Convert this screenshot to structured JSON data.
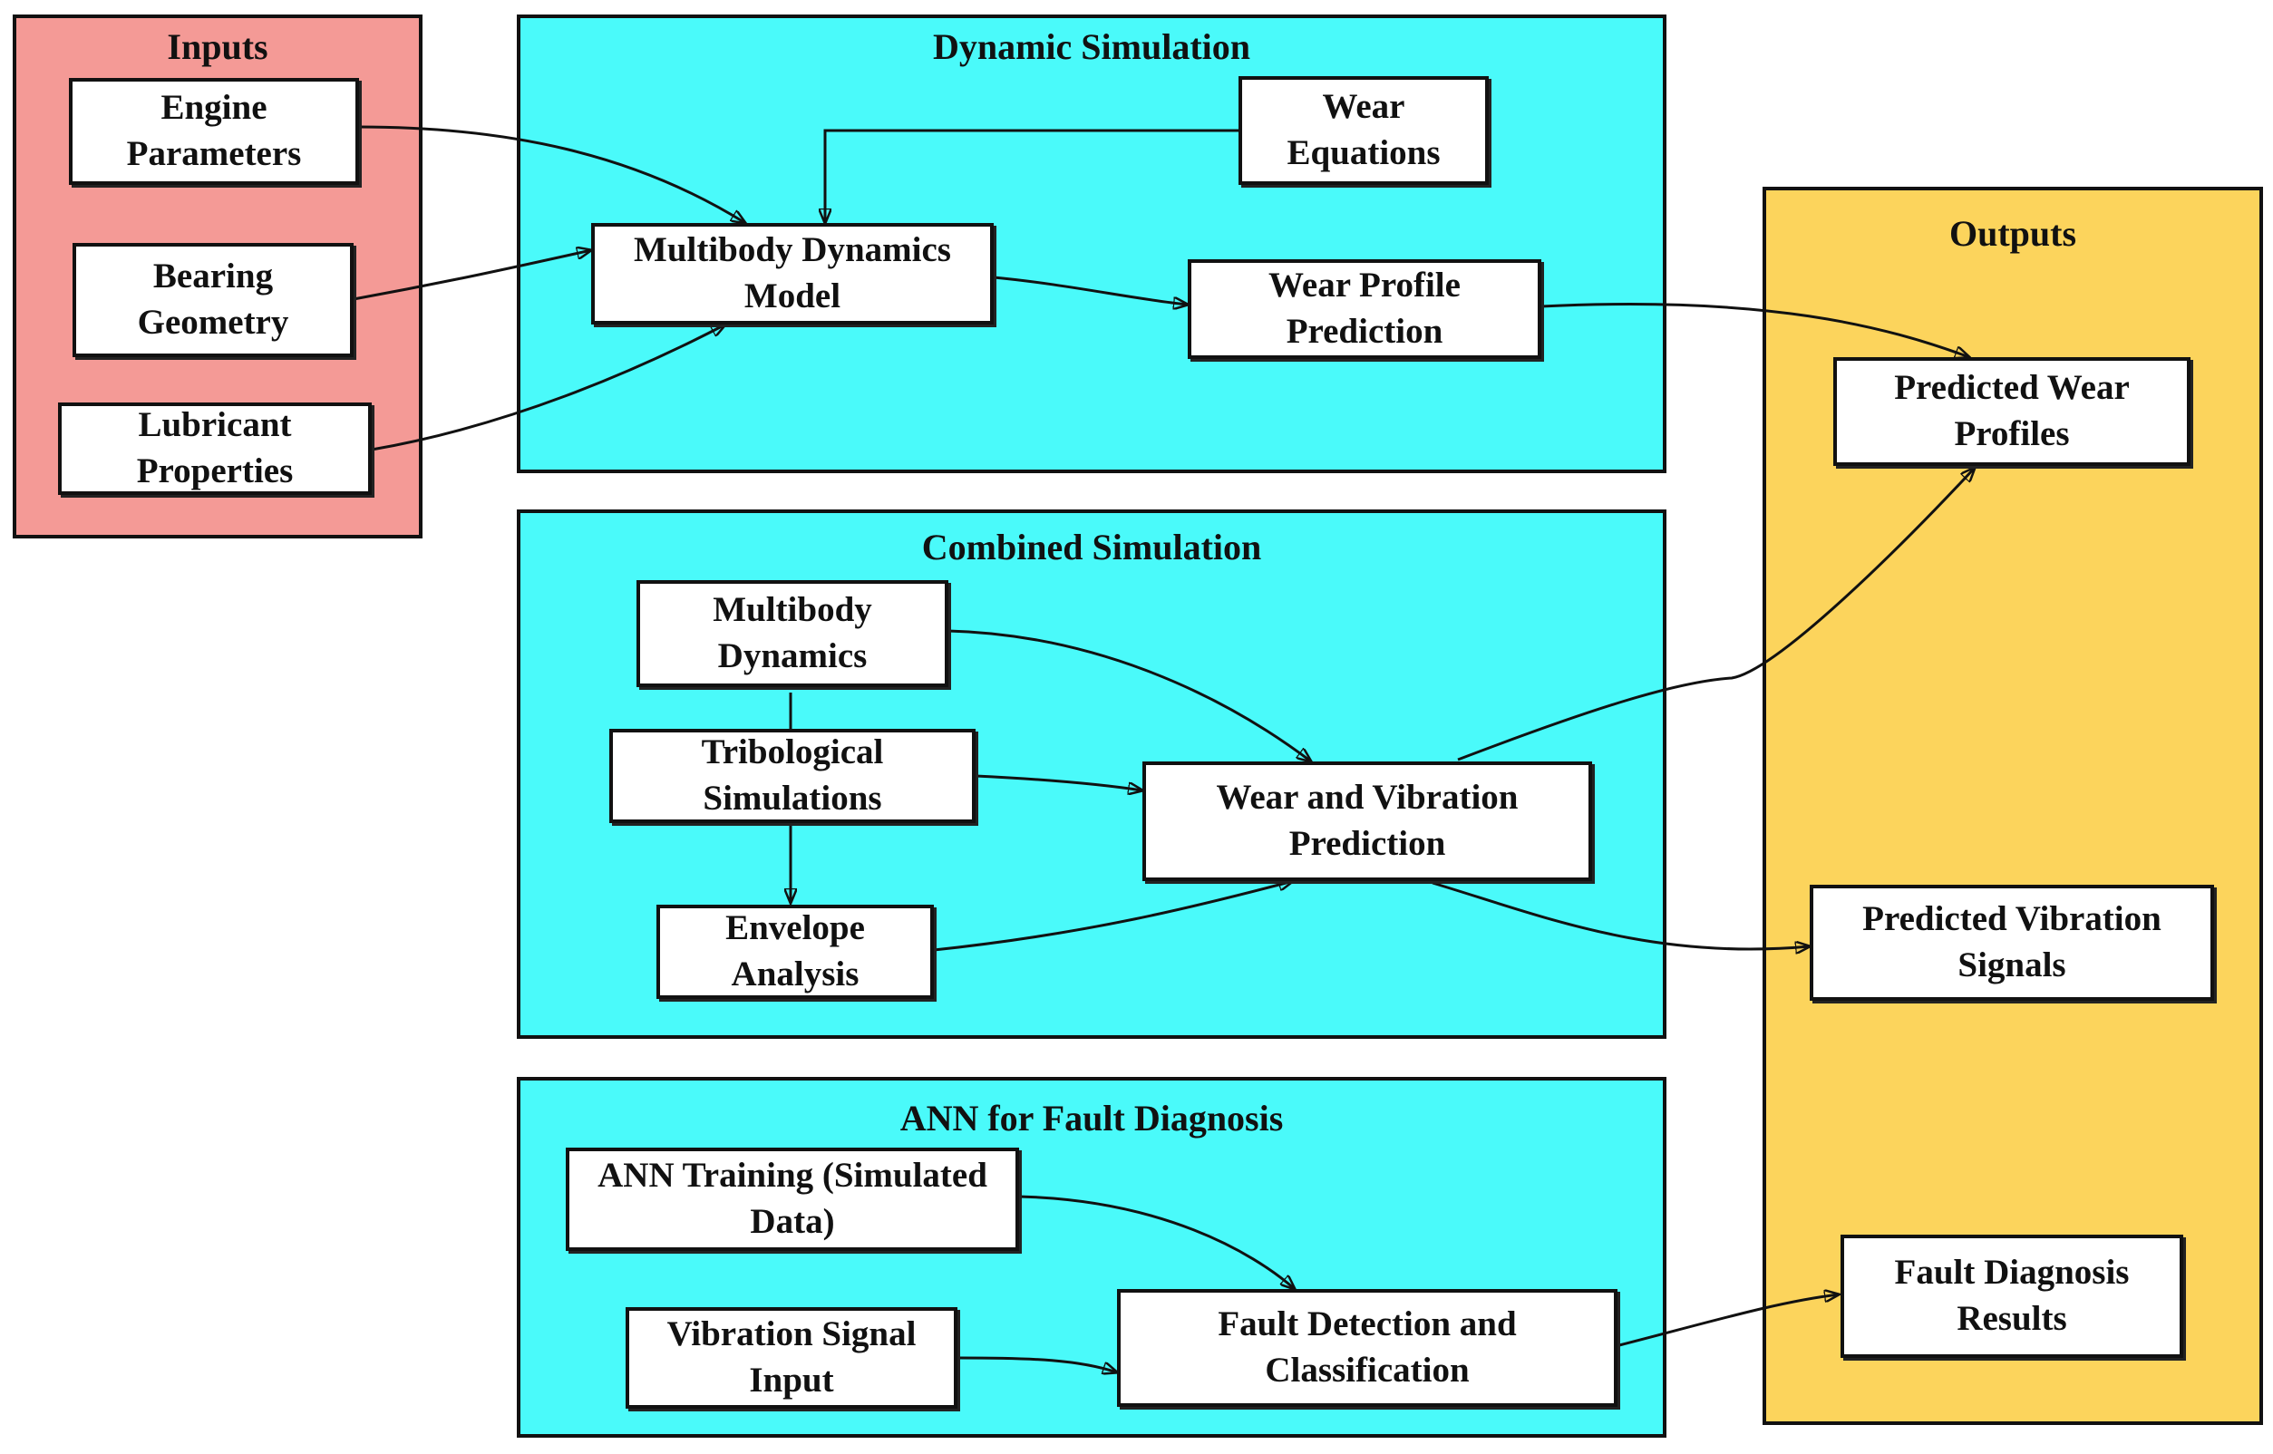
{
  "colors": {
    "inputs": "#F49A96",
    "simulation": "#4AFAFA",
    "outputs": "#FCD45C",
    "stroke": "#111111"
  },
  "groups": {
    "inputs": "Inputs",
    "dynamic": "Dynamic Simulation",
    "combined": "Combined Simulation",
    "ann": "ANN for Fault Diagnosis",
    "outputs": "Outputs"
  },
  "nodes": {
    "engine_parameters": [
      "Engine",
      "Parameters"
    ],
    "bearing_geometry": [
      "Bearing",
      "Geometry"
    ],
    "lubricant_properties": [
      "Lubricant",
      "Properties"
    ],
    "wear_equations": [
      "Wear",
      "Equations"
    ],
    "multibody_dynamics_model": [
      "Multibody Dynamics",
      "Model"
    ],
    "wear_profile_prediction": [
      "Wear Profile",
      "Prediction"
    ],
    "multibody_dynamics": [
      "Multibody",
      "Dynamics"
    ],
    "tribological_simulations": [
      "Tribological",
      "Simulations"
    ],
    "envelope_analysis": [
      "Envelope",
      "Analysis"
    ],
    "wear_vibration_prediction": [
      "Wear and Vibration",
      "Prediction"
    ],
    "ann_training": [
      "ANN Training (Simulated",
      "Data)"
    ],
    "vibration_signal_input": [
      "Vibration Signal",
      "Input"
    ],
    "fault_detection": [
      "Fault Detection and",
      "Classification"
    ],
    "predicted_wear_profiles": [
      "Predicted Wear",
      "Profiles"
    ],
    "predicted_vibration_signals": [
      "Predicted Vibration",
      "Signals"
    ],
    "fault_diagnosis_results": [
      "Fault Diagnosis",
      "Results"
    ]
  }
}
